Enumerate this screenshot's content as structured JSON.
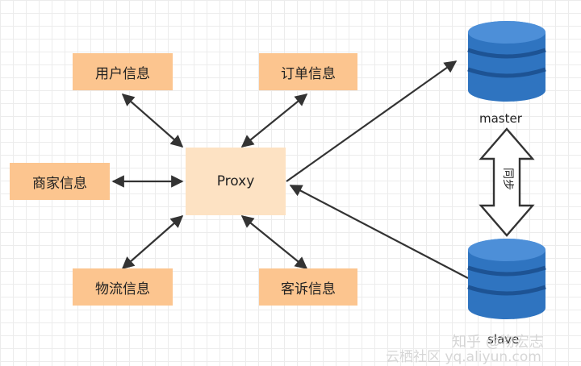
{
  "nodes": {
    "user_info": "用户信息",
    "order_info": "订单信息",
    "merchant_info": "商家信息",
    "proxy": "Proxy",
    "logistics_info": "物流信息",
    "complaint_info": "客诉信息"
  },
  "databases": {
    "master": "master",
    "slave": "slave"
  },
  "sync_label": "同步",
  "watermarks": {
    "line1": "知乎 @物宏志",
    "line2": "云栖社区 yq.aliyun.com"
  },
  "colors": {
    "box_fill": "#fcc58f",
    "proxy_fill": "#fde2c3",
    "db_blue": "#2f74c0",
    "arrow": "#333333"
  }
}
